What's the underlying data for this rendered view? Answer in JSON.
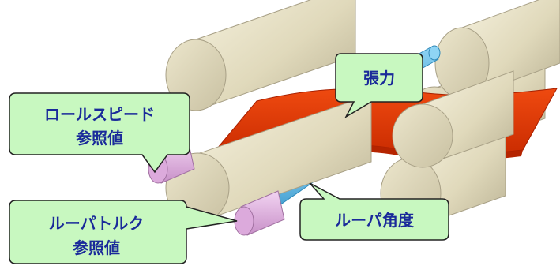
{
  "labels": {
    "tension": "張力",
    "roll_speed_ref": [
      "ロールスピード",
      "参照値"
    ],
    "looper_torque_ref": [
      "ルーパトルク",
      "参照値"
    ],
    "looper_angle": "ルーパ角度"
  },
  "colors": {
    "roll": "#e2dcc0",
    "strip": "#dd3300",
    "looper_arm": "#55b0e0",
    "torque_actuator": "#e0b0e0",
    "callout_fill": "#c8f8c0",
    "label_text": "#1a2a9a"
  }
}
